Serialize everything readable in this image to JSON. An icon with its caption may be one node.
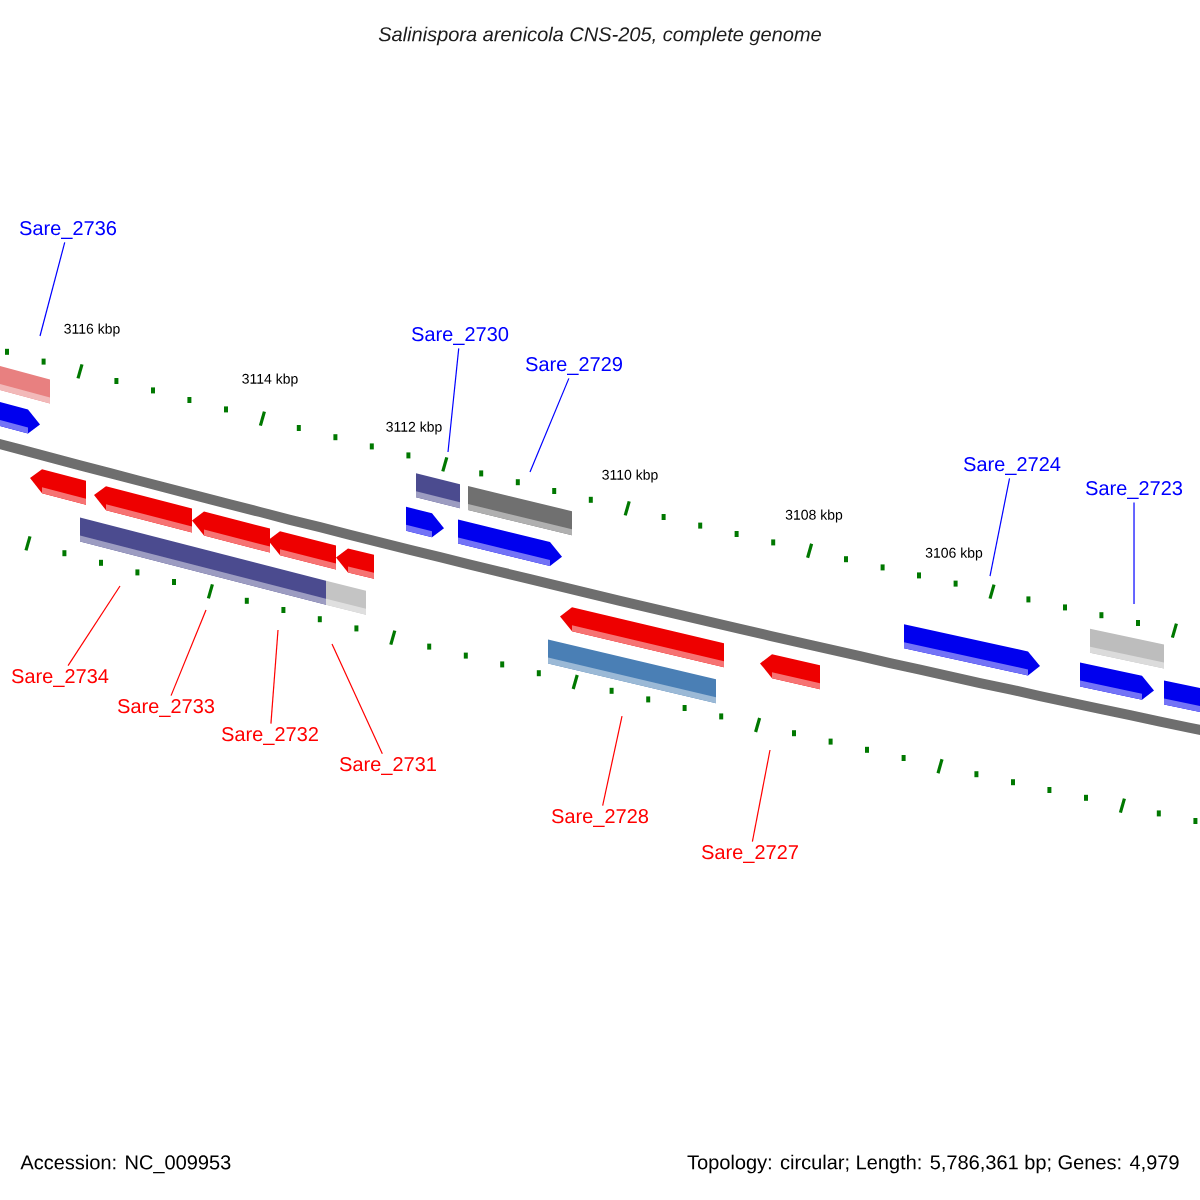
{
  "diagram": {
    "title": "Salinispora arenicola CNS-205, complete genome",
    "nodes": [
      {
        "text": [
          "Sare_2736"
        ]
      },
      {
        "text": [
          "Sare_2730"
        ]
      },
      {
        "text": [
          "Sare_2729"
        ]
      },
      {
        "text": [
          "Sare_2724"
        ]
      },
      {
        "text": [
          "Sare_2723"
        ]
      },
      {
        "text": [
          "Sare_2734"
        ]
      },
      {
        "text": [
          "Sare_2733"
        ]
      },
      {
        "text": [
          "Sare_2732"
        ]
      },
      {
        "text": [
          "Sare_2731"
        ]
      },
      {
        "text": [
          "Sare_2728"
        ]
      },
      {
        "text": [
          "Sare_2727"
        ]
      }
    ],
    "edges": [
      {
        "from": 0,
        "to": null,
        "arrow": "none",
        "color": "#0000ff"
      },
      {
        "from": 1,
        "to": null,
        "arrow": "none",
        "color": "#0000ff"
      },
      {
        "from": 2,
        "to": null,
        "arrow": "none",
        "color": "#0000ff"
      },
      {
        "from": 3,
        "to": null,
        "arrow": "none",
        "color": "#0000ff"
      },
      {
        "from": 4,
        "to": null,
        "arrow": "none",
        "color": "#0000ff"
      },
      {
        "from": 5,
        "to": null,
        "arrow": "none"
      },
      {
        "from": 6,
        "to": null,
        "arrow": "none"
      },
      {
        "from": 7,
        "to": null,
        "arrow": "none"
      },
      {
        "from": 8,
        "to": null,
        "arrow": "none"
      },
      {
        "from": 9,
        "to": null,
        "arrow": "none"
      },
      {
        "from": 10,
        "to": null,
        "arrow": "none"
      }
    ],
    "labels": [
      "3116 kbp",
      "3114 kbp",
      "3112 kbp",
      "3110 kbp",
      "3108 kbp",
      "3106 kbp",
      "Accession: NC_009953",
      "Topology: circular; Length: 5,786,361 bp; Genes: 4,979"
    ]
  }
}
